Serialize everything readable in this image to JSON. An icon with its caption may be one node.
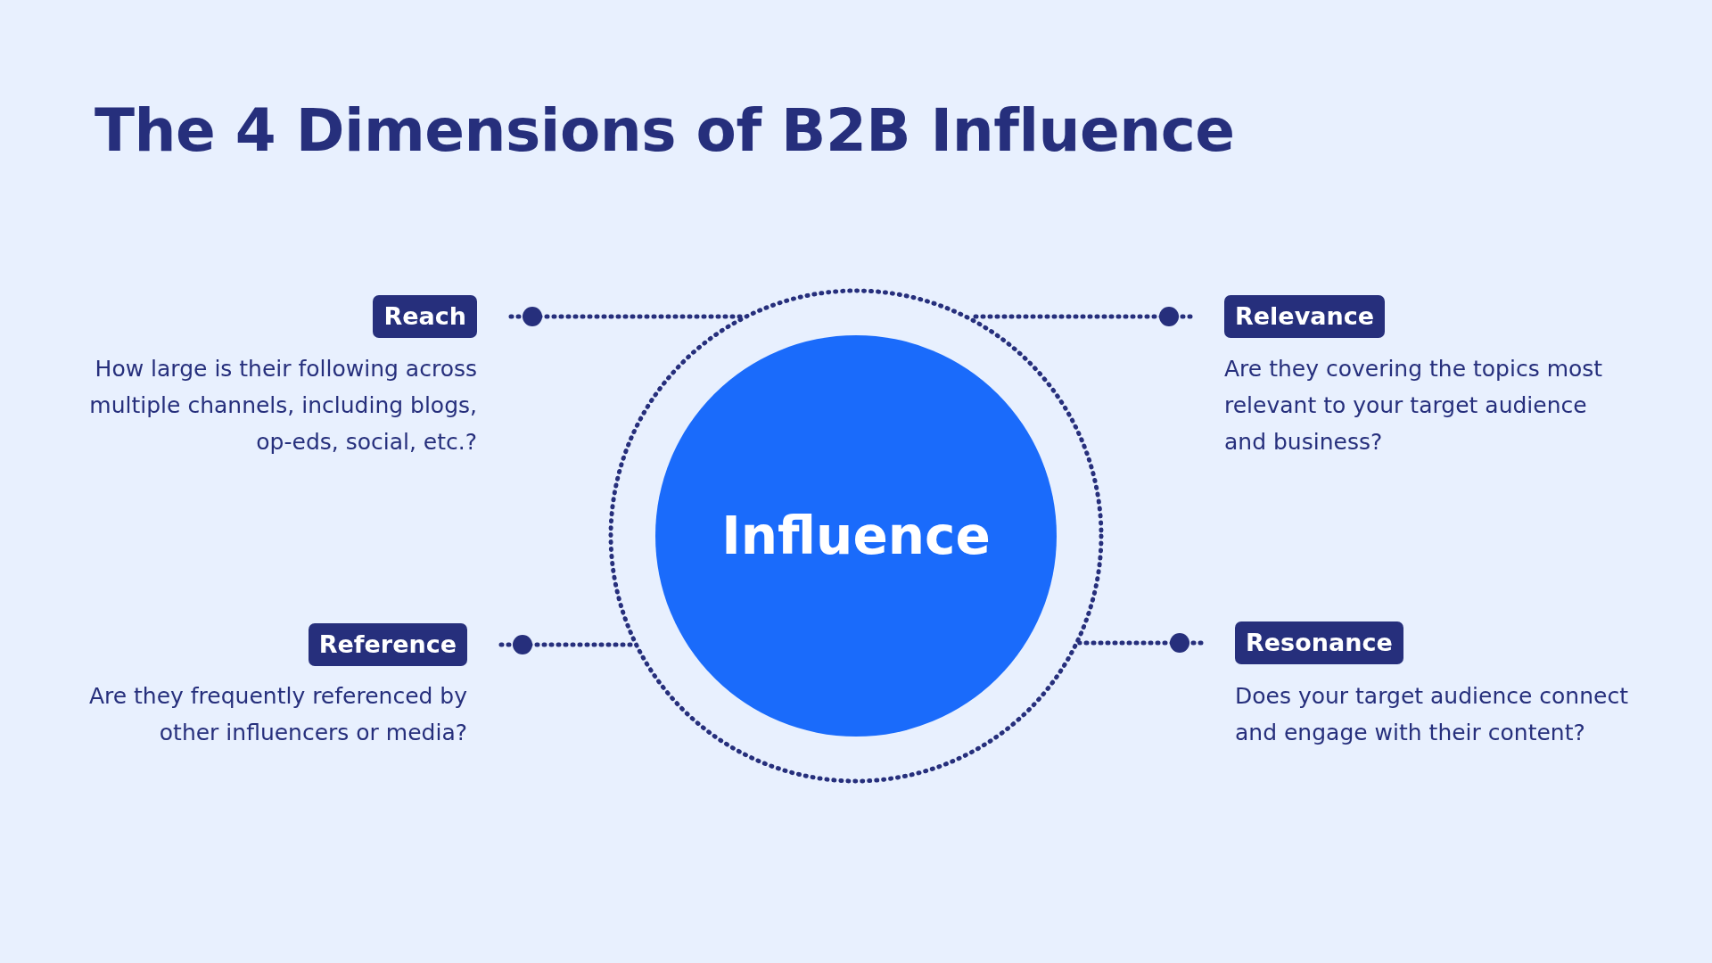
{
  "diagram": {
    "title": "The 4 Dimensions of B2B Influence",
    "nodes": [
      {
        "text": [
          "Reach"
        ],
        "beside": [
          "How large is their following across multiple channels, including blogs, op-eds, social, etc.?"
        ]
      },
      {
        "text": [
          "Relevance"
        ],
        "beside": [
          "Are they covering the topics most relevant to your target audience and business?"
        ]
      },
      {
        "text": [],
        "shape": "circle"
      },
      {
        "text": [
          "Influence"
        ],
        "in": 2
      },
      {
        "text": [
          "Reference"
        ],
        "beside": [
          "Are they frequently referenced by other influencers or media?"
        ]
      },
      {
        "text": [
          "Resonance"
        ],
        "beside": [
          "Does your target audience connect and engage with their content?"
        ]
      }
    ],
    "edges": [
      {
        "from": 0,
        "to": 2,
        "arrow": "other"
      },
      {
        "from": 1,
        "to": 2,
        "arrow": "other"
      },
      {
        "from": 4,
        "to": 2,
        "arrow": "other"
      },
      {
        "from": 5,
        "to": 2,
        "arrow": "other"
      }
    ]
  }
}
